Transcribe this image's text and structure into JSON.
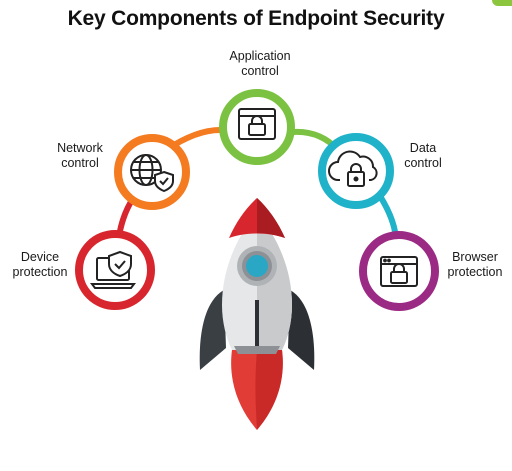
{
  "title": "Key Components of Endpoint Security",
  "components": {
    "application_control": {
      "line1": "Application",
      "line2": "control",
      "color": "#7cc242",
      "icon": "window-lock-icon"
    },
    "network_control": {
      "line1": "Network",
      "line2": "control",
      "color": "#f47b20",
      "icon": "globe-shield-icon"
    },
    "data_control": {
      "line1": "Data",
      "line2": "control",
      "color": "#1fb2c9",
      "icon": "cloud-lock-icon"
    },
    "device_protection": {
      "line1": "Device",
      "line2": "protection",
      "color": "#d7262d",
      "icon": "laptop-shield-icon"
    },
    "browser_protection": {
      "line1": "Browser",
      "line2": "protection",
      "color": "#9b2a84",
      "icon": "browser-lock-icon"
    }
  },
  "illustration": {
    "icon": "rocket-icon",
    "body_color": "#e6e7e8",
    "accent_color": "#d7262d",
    "window_color": "#2aa7c4"
  }
}
